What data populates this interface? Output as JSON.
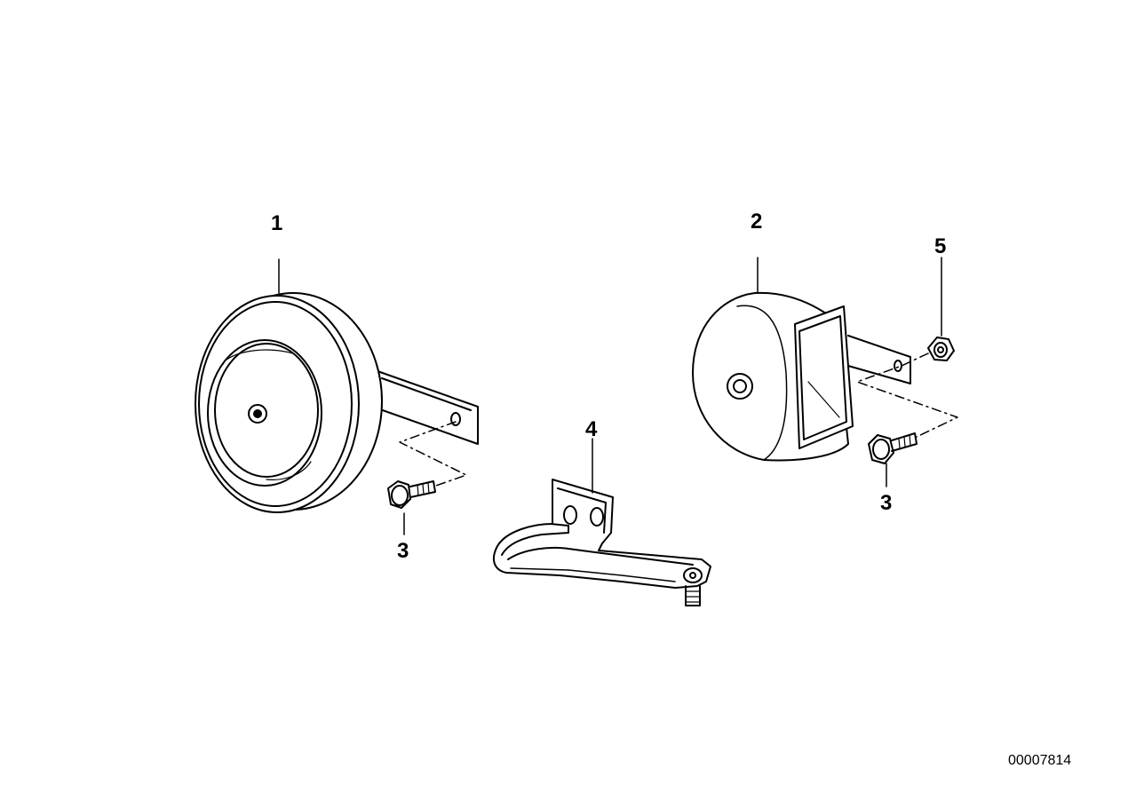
{
  "callouts": {
    "horn_round": "1",
    "horn_trumpet": "2",
    "screw_left": "3",
    "screw_right": "3",
    "bracket": "4",
    "nut": "5"
  },
  "diagram_id": "00007814"
}
